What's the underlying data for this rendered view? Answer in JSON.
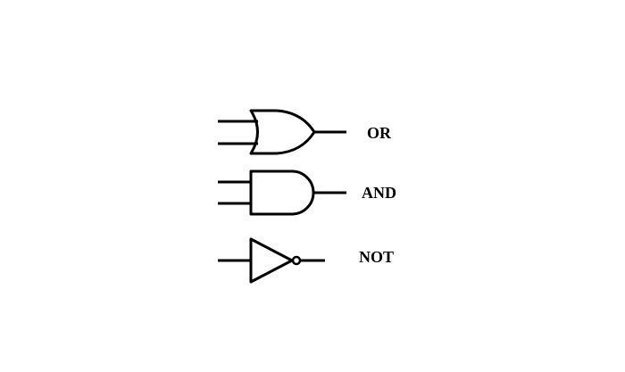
{
  "gates": {
    "or": {
      "label": "OR"
    },
    "and": {
      "label": "AND"
    },
    "not": {
      "label": "NOT"
    }
  },
  "colors": {
    "stroke": "#000000",
    "background": "#ffffff"
  }
}
